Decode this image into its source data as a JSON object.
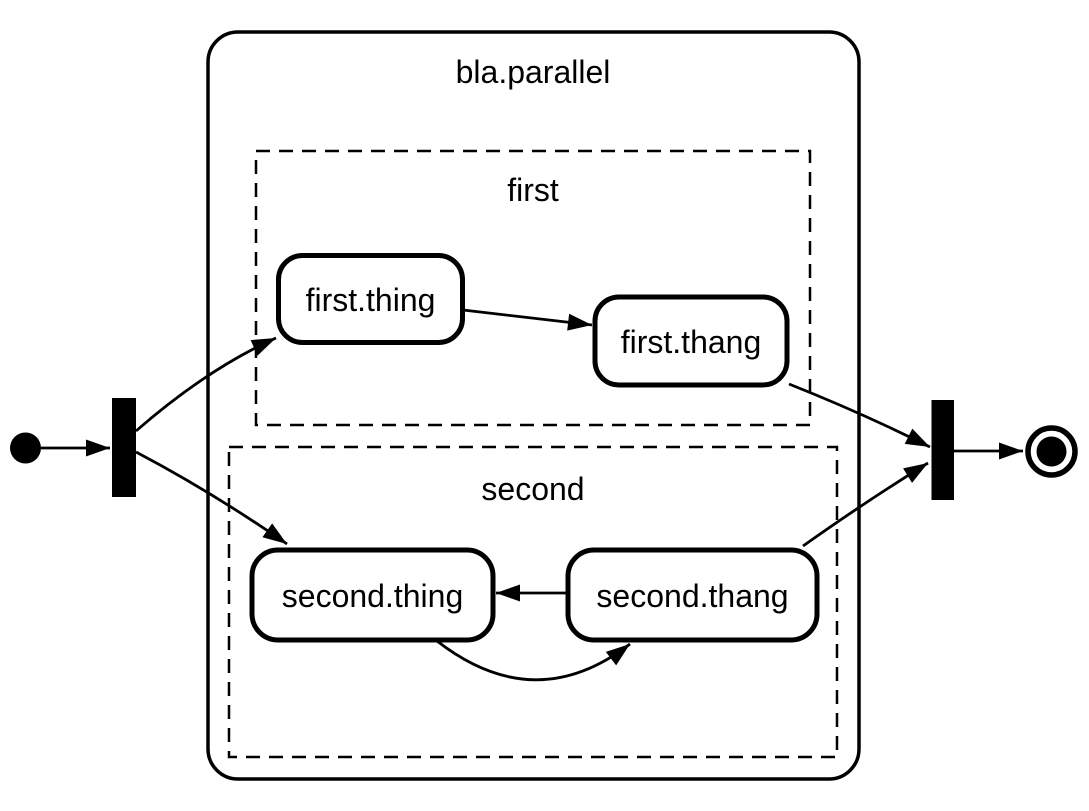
{
  "diagram": {
    "type": "statechart",
    "title": "bla.parallel",
    "colors": {
      "stroke": "#000000",
      "background": "#ffffff"
    },
    "regions": [
      {
        "label": "first",
        "states": [
          {
            "id": "first.thing",
            "label": "first.thing"
          },
          {
            "id": "first.thang",
            "label": "first.thang"
          }
        ]
      },
      {
        "label": "second",
        "states": [
          {
            "id": "second.thing",
            "label": "second.thing"
          },
          {
            "id": "second.thang",
            "label": "second.thang"
          }
        ]
      }
    ],
    "pseudostates": [
      {
        "id": "initial",
        "kind": "initial-state"
      },
      {
        "id": "fork",
        "kind": "fork-bar"
      },
      {
        "id": "join",
        "kind": "join-bar"
      },
      {
        "id": "final",
        "kind": "final-state"
      }
    ],
    "transitions": [
      {
        "from": "initial",
        "to": "fork"
      },
      {
        "from": "fork",
        "to": "first.thing"
      },
      {
        "from": "fork",
        "to": "second.thing"
      },
      {
        "from": "first.thing",
        "to": "first.thang"
      },
      {
        "from": "first.thang",
        "to": "join"
      },
      {
        "from": "second.thang",
        "to": "second.thing"
      },
      {
        "from": "second.thing",
        "to": "second.thang"
      },
      {
        "from": "second.thang",
        "to": "join"
      },
      {
        "from": "join",
        "to": "final"
      }
    ]
  }
}
